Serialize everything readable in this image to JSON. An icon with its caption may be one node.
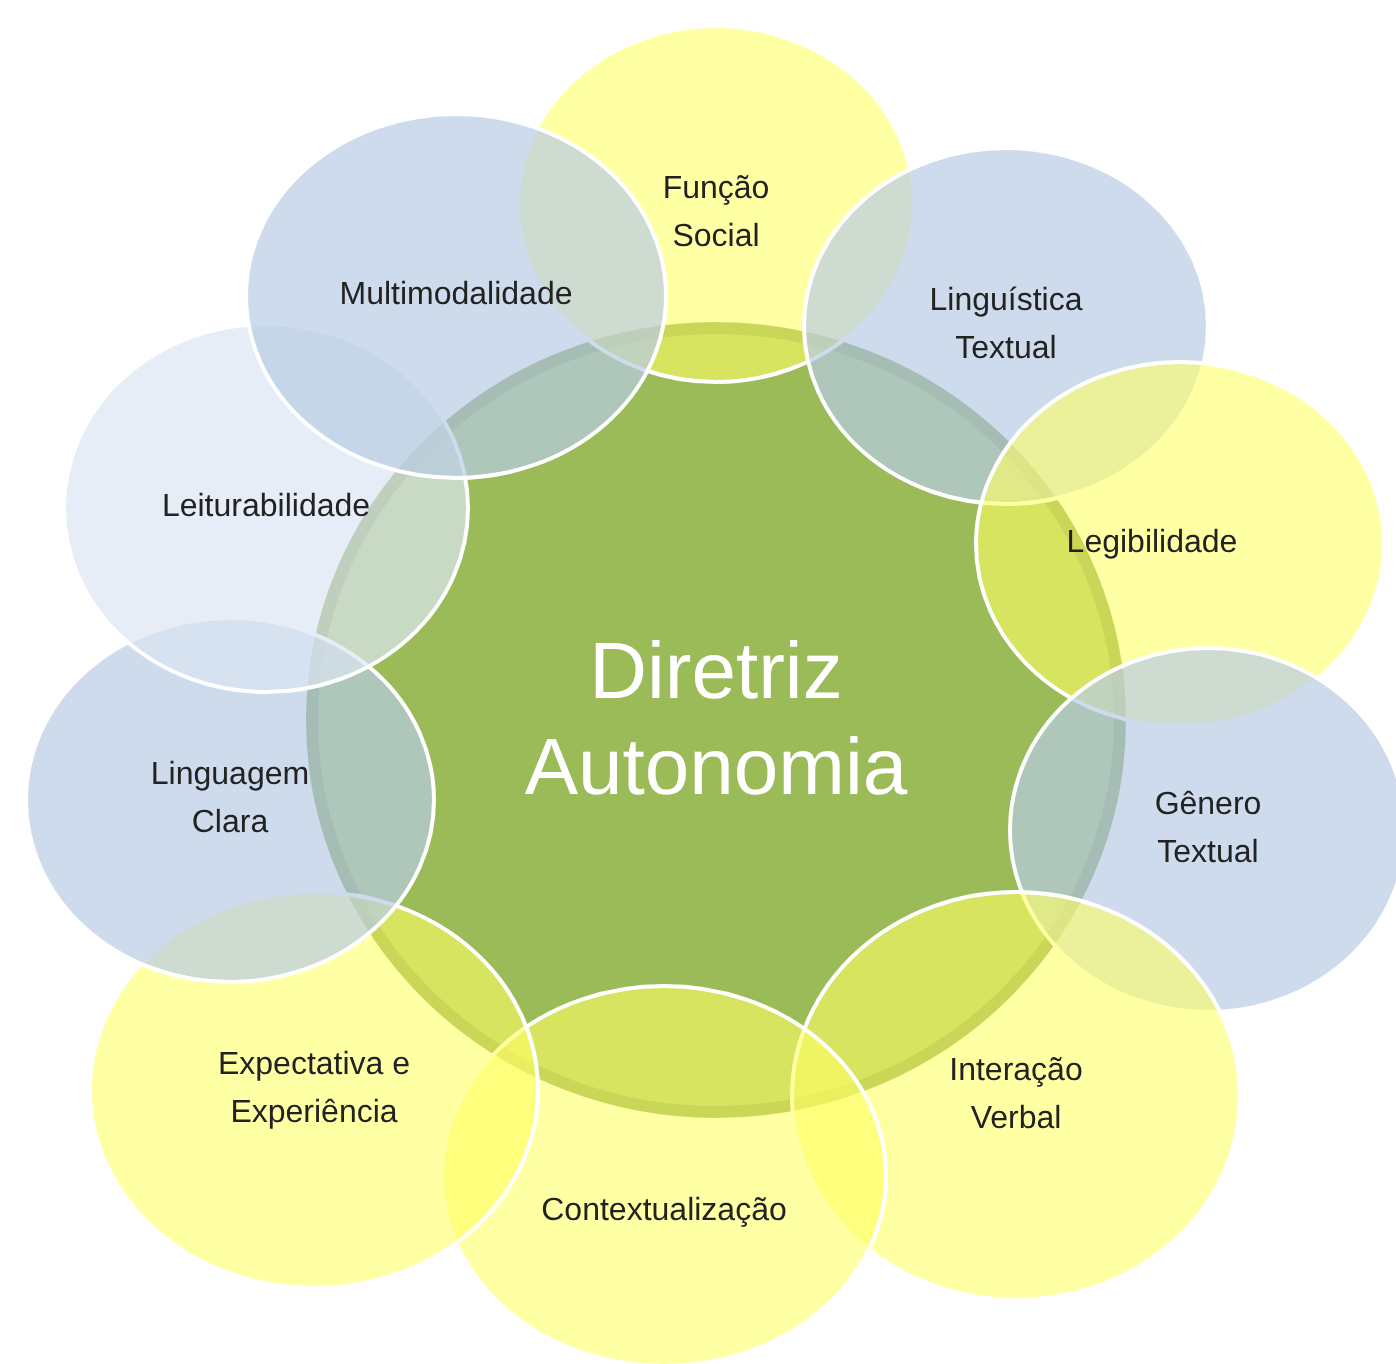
{
  "diagram": {
    "nodes": [
      {
        "text": [
          "Diretriz Autonomia"
        ]
      },
      {
        "text": [
          "Função Social"
        ]
      },
      {
        "text": [
          "Linguística Textual"
        ]
      },
      {
        "text": [
          "Legibilidade"
        ]
      },
      {
        "text": [
          "Gênero Textual"
        ]
      },
      {
        "text": [
          "Interação Verbal"
        ]
      },
      {
        "text": [
          "Contextualização"
        ]
      },
      {
        "text": [
          "Expectativa e Experiência"
        ]
      },
      {
        "text": [
          "Linguagem Clara"
        ]
      },
      {
        "text": [
          "Leiturabilidade"
        ]
      },
      {
        "text": [
          "Multimodalidade"
        ]
      }
    ]
  }
}
